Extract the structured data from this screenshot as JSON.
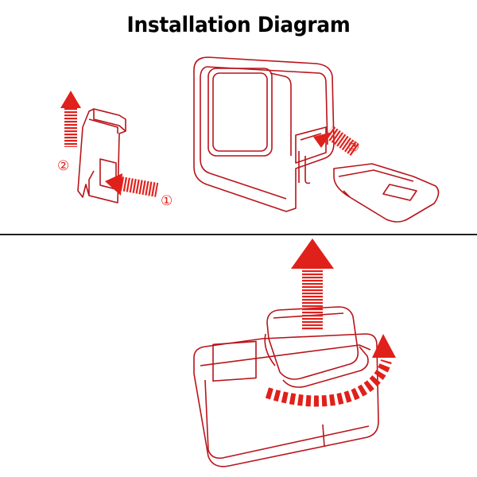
{
  "title": "Installation Diagram",
  "steps": [
    {
      "label": "①"
    },
    {
      "label": "②"
    },
    {
      "label": "③"
    }
  ],
  "colors": {
    "outline": "#b8141a",
    "arrow": "#e0201a",
    "text": "#000000"
  }
}
